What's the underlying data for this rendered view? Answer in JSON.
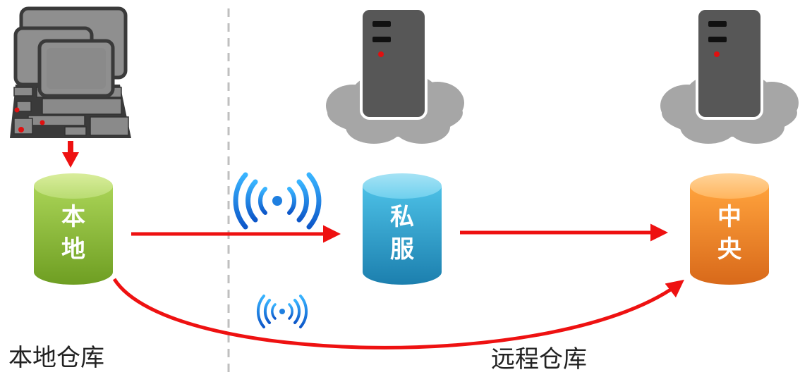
{
  "nodes": {
    "local": {
      "char1": "本",
      "char2": "地"
    },
    "private": {
      "char1": "私",
      "char2": "服"
    },
    "central": {
      "char1": "中",
      "char2": "央"
    }
  },
  "sections": {
    "local": "本地仓库",
    "remote": "远程仓库"
  },
  "colors": {
    "arrow": "#ee1111",
    "local_cylinder": "#8cbf3a",
    "private_cylinder": "#2ea3cc",
    "central_cylinder": "#f08a24",
    "server": "#575757",
    "cloud": "#a6a6a6",
    "wifi": "#1f7fe0",
    "divider": "#bfbfbf"
  },
  "icons": [
    "computer-cluster-icon",
    "server-icon",
    "cloud-icon",
    "wifi-signal-icon",
    "database-cylinder-icon"
  ]
}
